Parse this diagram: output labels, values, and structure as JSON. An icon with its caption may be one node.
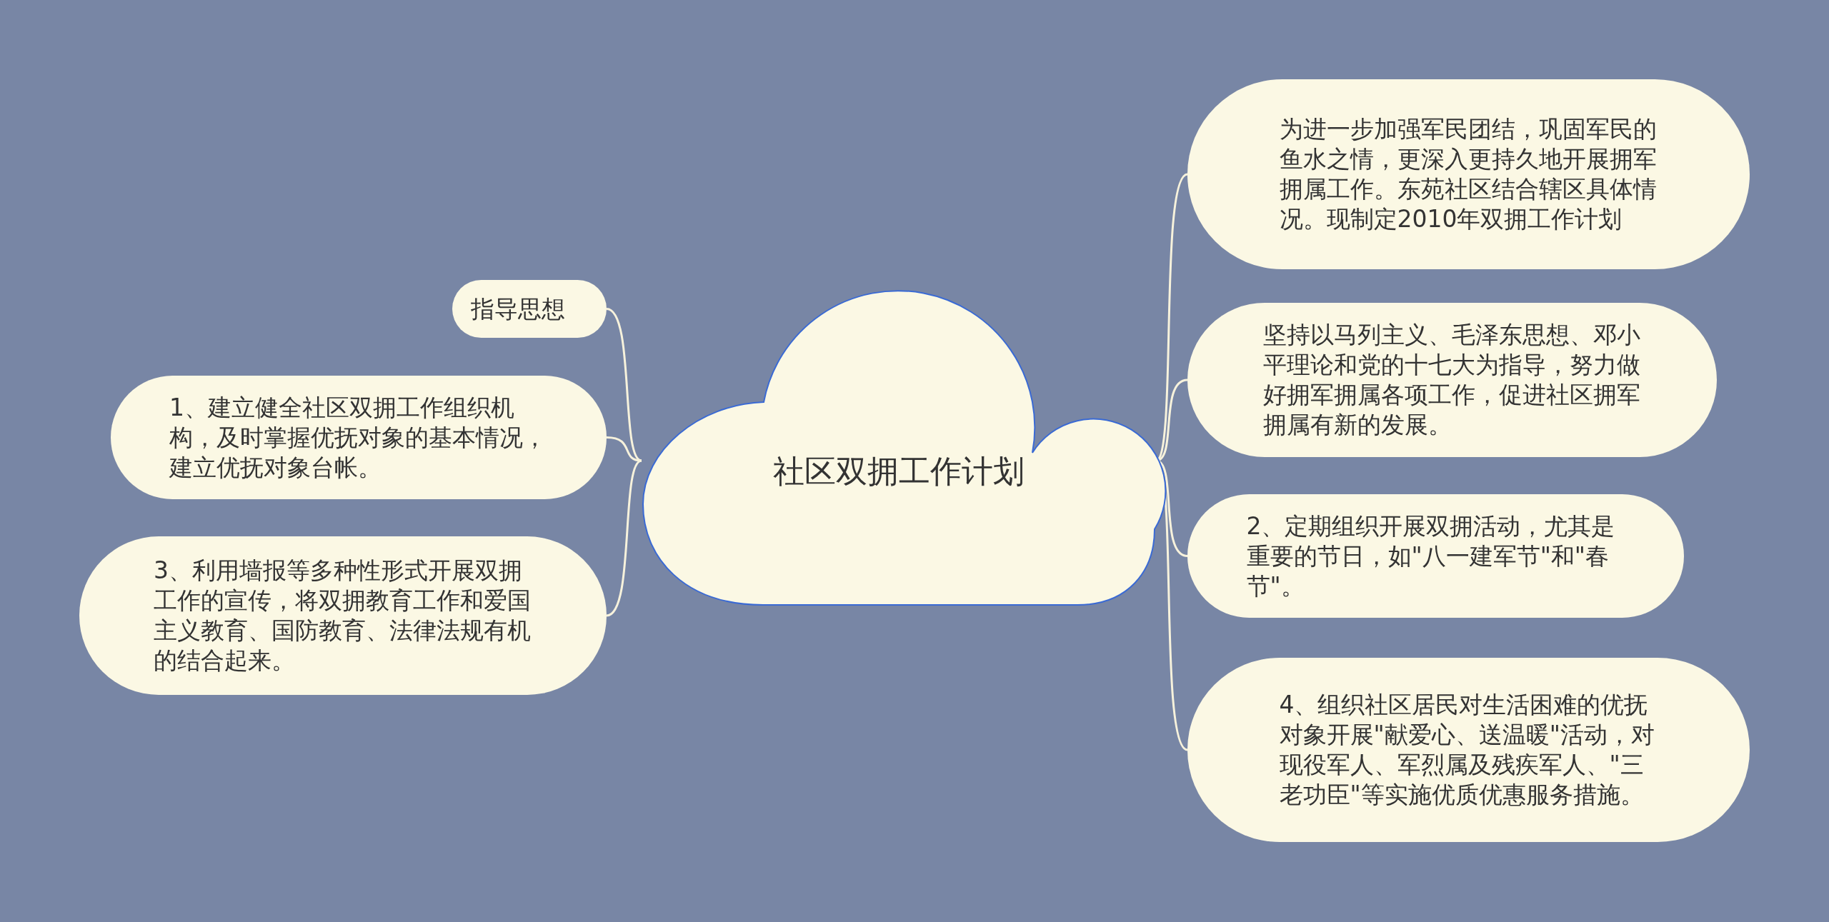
{
  "diagram": {
    "nodes": [
      {
        "text": [
          "社区双拥工作计划"
        ]
      },
      {
        "text": [
          "指导思想"
        ]
      },
      {
        "text": [
          "1、建立健全社区双拥工作组织机构，及时掌握优抚对象的基本情况，建立优抚对象台帐。"
        ]
      },
      {
        "text": [
          "3、利用墙报等多种性形式开展双拥工作的宣传，将双拥教育工作和爱国主义教育、国防教育、法律法规有机的结合起来。"
        ]
      },
      {
        "text": [
          "为进一步加强军民团结，巩固军民的鱼水之情，更深入更持久地开展拥军拥属工作。东苑社区结合辖区具体情况。现制定2010年双拥工作计划"
        ]
      },
      {
        "text": [
          "坚持以马列主义、毛泽东思想、邓小平理论和党的十七大为指导，努力做好拥军拥属各项工作，促进社区拥军拥属有新的发展。"
        ]
      },
      {
        "text": [
          "2、定期组织开展双拥活动，尤其是重要的节日，如\"八一建军节\"和\"春节\"。"
        ]
      },
      {
        "text": [
          "4、组织社区居民对生活困难的优抚对象开展\"献爱心、送温暖\"活动，对现役军人、军烈属及残疾军人、\"三老功臣\"等实施优质优惠服务措施。"
        ]
      }
    ],
    "edges": [
      {
        "from": 0,
        "to": 1,
        "arrow": "none"
      },
      {
        "from": 0,
        "to": 2,
        "arrow": "none"
      },
      {
        "from": 0,
        "to": 3,
        "arrow": "none"
      },
      {
        "from": 0,
        "to": 4,
        "arrow": "none"
      },
      {
        "from": 0,
        "to": 5,
        "arrow": "none"
      },
      {
        "from": 0,
        "to": 6,
        "arrow": "none"
      },
      {
        "from": 0,
        "to": 7,
        "arrow": "none"
      }
    ]
  }
}
